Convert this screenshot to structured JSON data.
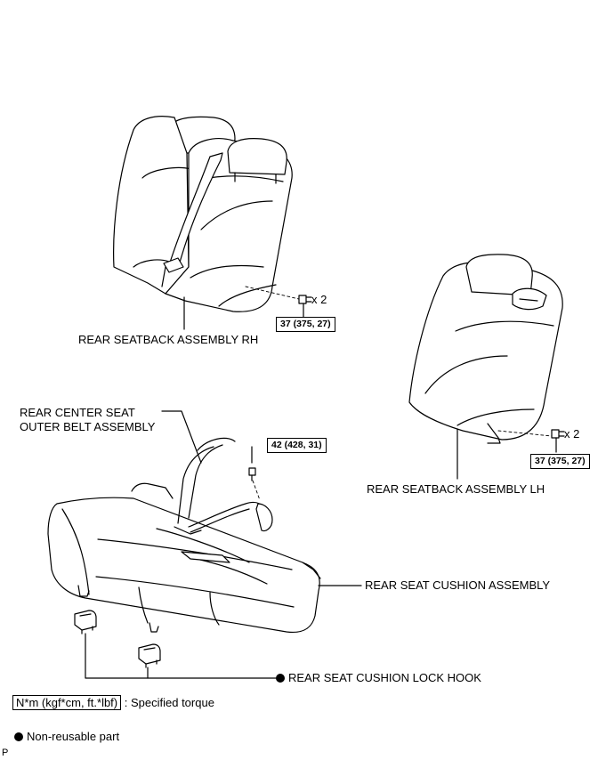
{
  "labels": {
    "seatback_rh": "REAR SEATBACK ASSEMBLY RH",
    "seatback_lh": "REAR SEATBACK ASSEMBLY LH",
    "center_belt_line1": "REAR CENTER SEAT",
    "center_belt_line2": "OUTER BELT ASSEMBLY",
    "cushion": "REAR SEAT CUSHION ASSEMBLY",
    "lock_hook": "REAR SEAT CUSHION LOCK HOOK"
  },
  "torques": {
    "rh_bolts": "37 (375, 27)",
    "lh_bolts": "37 (375, 27)",
    "belt_bolt": "42 (428, 31)"
  },
  "quantities": {
    "rh_bolts": "x 2",
    "lh_bolts": "x 2"
  },
  "legend": {
    "torque_unit": "N*m (kgf*cm, ft.*lbf)",
    "torque_desc": ": Specified torque",
    "nonreusable_desc": "Non-reusable part"
  },
  "corner_mark": "P"
}
